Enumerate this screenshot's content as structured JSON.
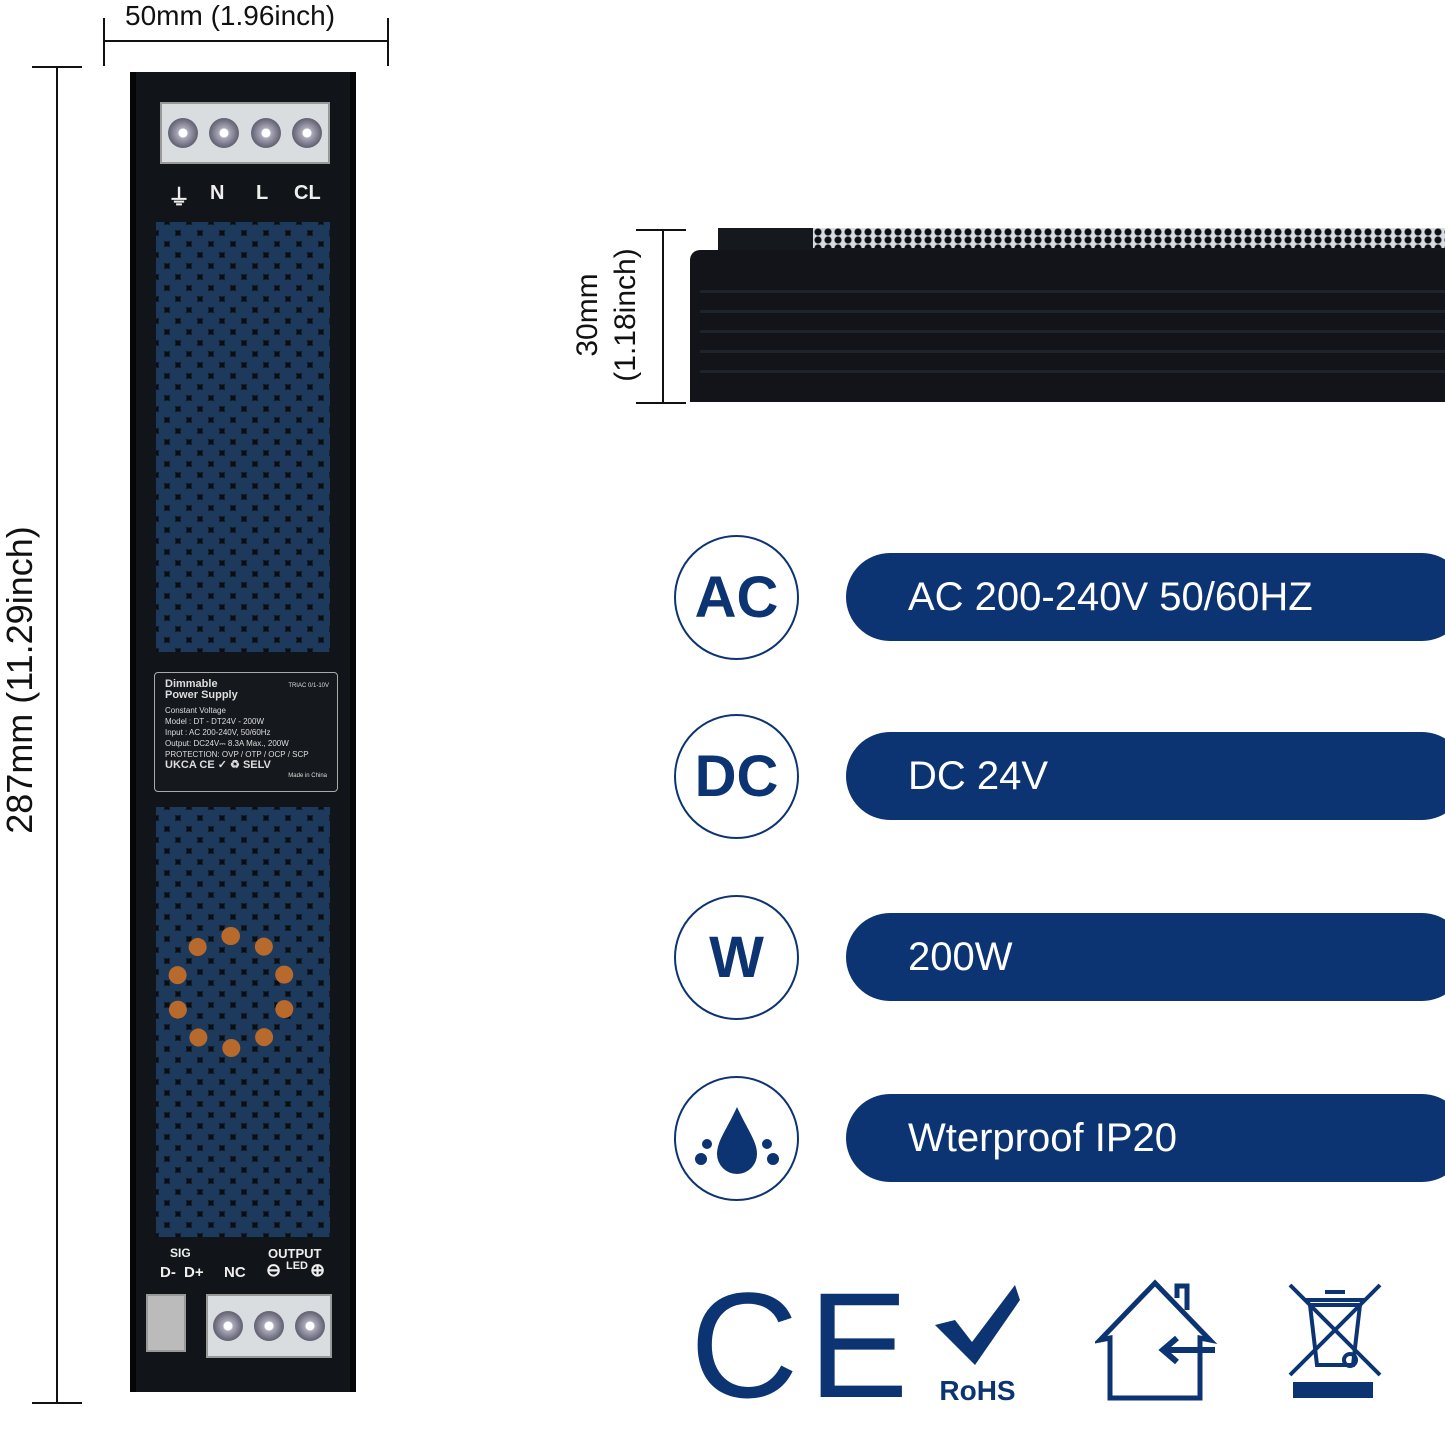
{
  "dimensions": {
    "width": "50mm (1.96inch)",
    "length": "287mm (11.29inch)",
    "height_mm": "30mm",
    "height_in": "(1.18inch)"
  },
  "device": {
    "input_terminals": [
      "⏚",
      "N",
      "L",
      "CL"
    ],
    "label": {
      "title1": "Dimmable",
      "title2": "Power Supply",
      "subtitle": "Constant Voltage",
      "model": "Model : DT - DT24V - 200W",
      "input": "Input : AC 200-240V, 50/60Hz",
      "output": "Output: DC24V⎓ 8.3A Max., 200W",
      "protection": "PROTECTION: OVP / OTP / OCP / SCP",
      "dimming": "TRIAC 0/1-10V",
      "marks": "UKCA CE ✓ ♻ SELV",
      "made_in": "Made in China"
    },
    "output_labels": {
      "sig": "SIG",
      "d_minus": "D-",
      "d_plus": "D+",
      "nc": "NC",
      "output": "OUTPUT",
      "led": "LED",
      "minus": "⊖",
      "plus": "⊕"
    }
  },
  "specs": [
    {
      "icon": "AC",
      "label": "AC 200-240V 50/60HZ"
    },
    {
      "icon": "DC",
      "label": "DC 24V"
    },
    {
      "icon": "W",
      "label": "200W"
    },
    {
      "icon": "water-drop-icon",
      "label": "Wterproof IP20"
    }
  ],
  "certifications": {
    "ce": "CE",
    "rohs": "RoHS"
  },
  "colors": {
    "brand": "#0d3472"
  }
}
